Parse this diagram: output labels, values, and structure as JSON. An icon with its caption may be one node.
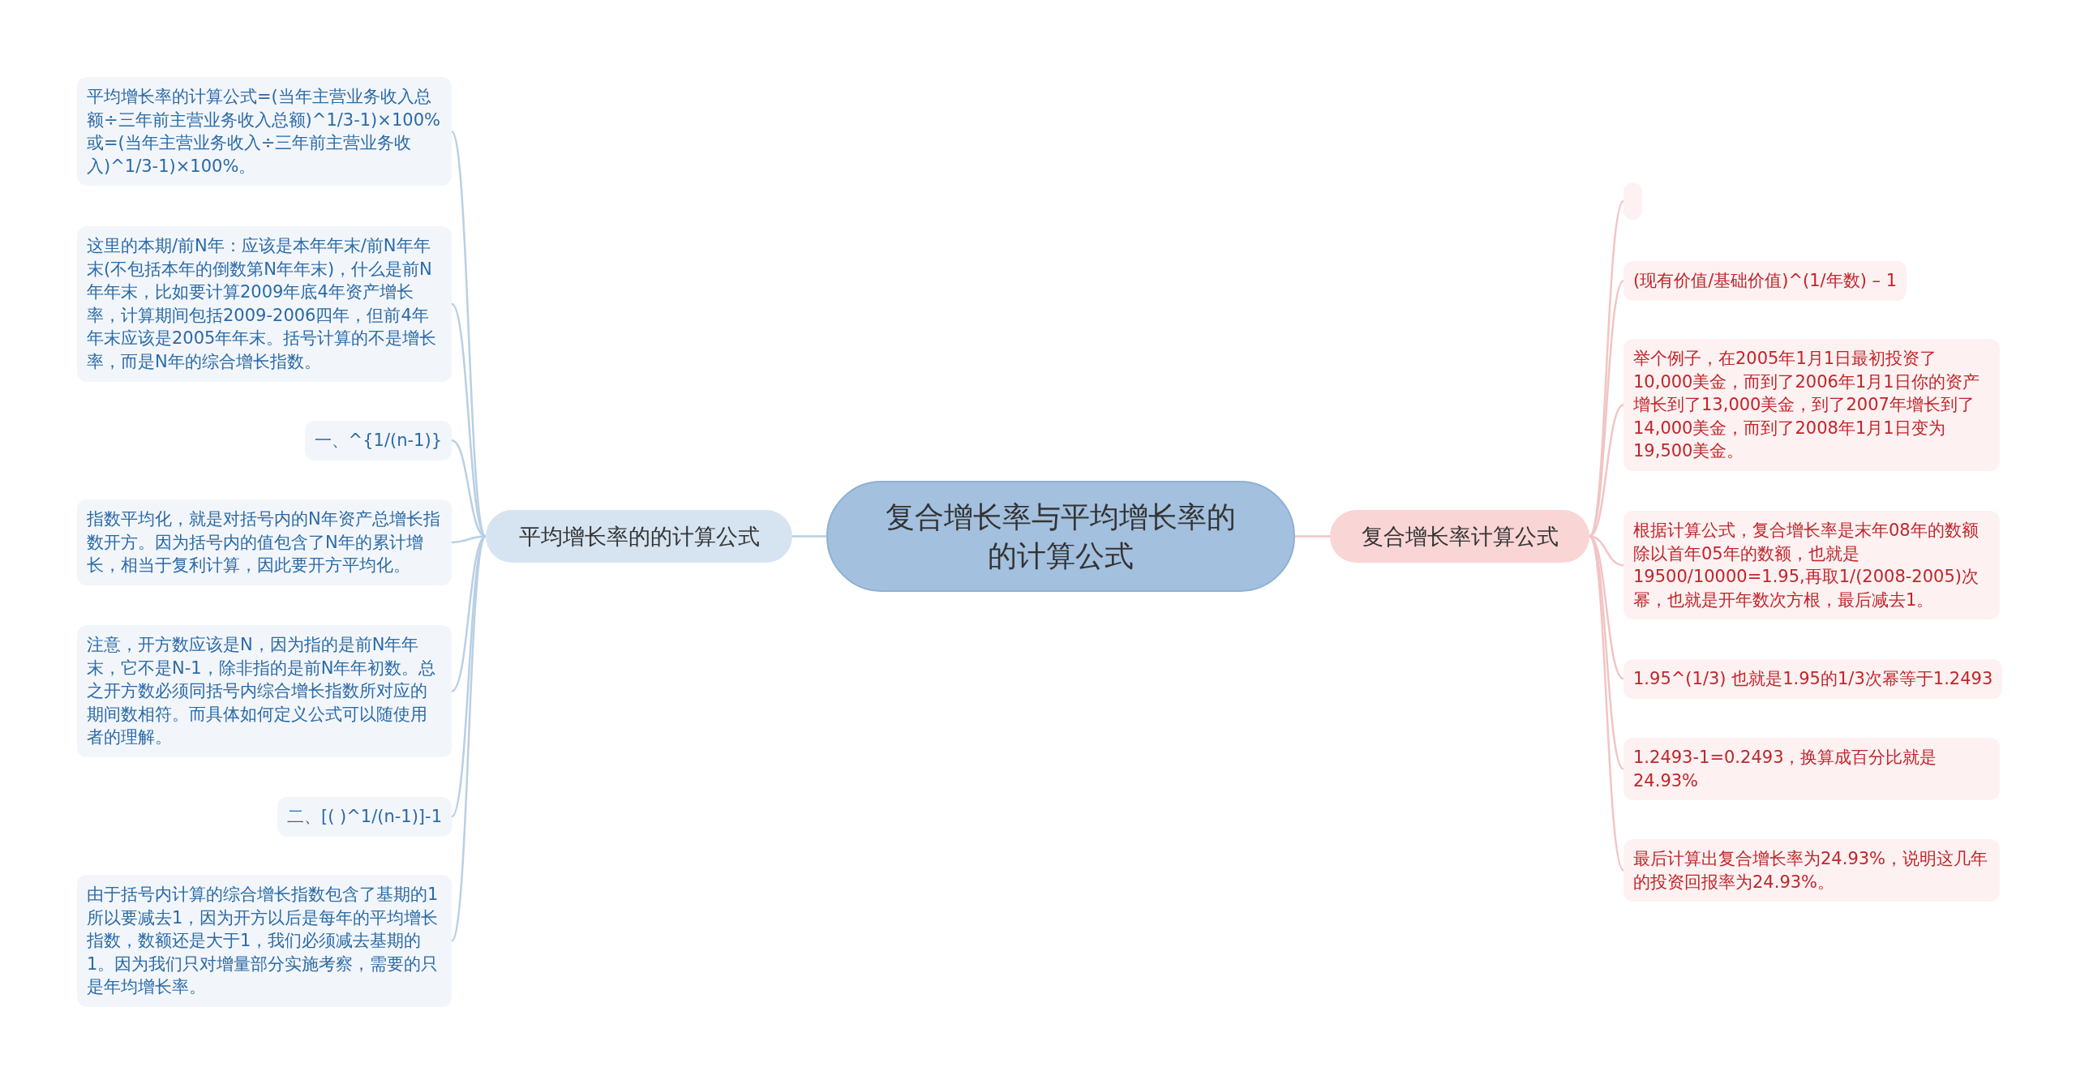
{
  "diagram": {
    "nodes": [
      {
        "text": [
          "复合增长率与平均增长率的的计算公式"
        ]
      },
      {
        "text": [
          "平均增长率的的计算公式"
        ]
      },
      {
        "text": [
          "平均增长率的计算公式=(当年主营业务收入总额÷三年前主营业务收入总额)^1/3-1)×100%或=(当年主营业务收入÷三年前主营业务收入)^1/3-1)×100%。"
        ]
      },
      {
        "text": [
          "这里的本期/前N年：应该是本年年末/前N年年末(不包括本年的倒数第N年年末)，什么是前N年年末，比如要计算2009年底4年资产增长率，计算期间包括2009-2006四年，但前4年年末应该是2005年年末。括号计算的不是增长率，而是N年的综合增长指数。"
        ]
      },
      {
        "text": [
          "一、^{1/(n-1)}"
        ]
      },
      {
        "text": [
          "指数平均化，就是对括号内的N年资产总增长指数开方。因为括号内的值包含了N年的累计增长，相当于复利计算，因此要开方平均化。"
        ]
      },
      {
        "text": [
          "注意，开方数应该是N，因为指的是前N年年末，它不是N-1，除非指的是前N年年初数。总之开方数必须同括号内综合增长指数所对应的期间数相符。而具体如何定义公式可以随使用者的理解。"
        ]
      },
      {
        "text": [
          "二、[( )^1/(n-1)]-1"
        ]
      },
      {
        "text": [
          "由于括号内计算的综合增长指数包含了基期的1所以要减去1，因为开方以后是每年的平均增长指数，数额还是大于1，我们必须减去基期的1。因为我们只对增量部分实施考察，需要的只是年均增长率。"
        ]
      },
      {
        "text": [
          "复合增长率计算公式"
        ]
      },
      {
        "text": [],
        "shape": "box"
      },
      {
        "text": [
          "(现有价值/基础价值)^(1/年数) – 1"
        ]
      },
      {
        "text": [
          "举个例子，在2005年1月1日最初投资了10,000美金，而到了2006年1月1日你的资产增长到了13,000美金，到了2007年增长到了14,000美金，而到了2008年1月1日变为19,500美金。"
        ]
      },
      {
        "text": [
          "根据计算公式，复合增长率是末年08年的数额除以首年05年的数额，也就是19500/10000=1.95,再取1/(2008-2005)次幂，也就是开年数次方根，最后减去1。"
        ]
      },
      {
        "text": [
          "1.95^(1/3) 也就是1.95的1/3次幂等于1.2493"
        ]
      },
      {
        "text": [
          "1.2493-1=0.2493，换算成百分比就是24.93%"
        ]
      },
      {
        "text": [
          "最后计算出复合增长率为24.93%，说明这几年的投资回报率为24.93%。"
        ]
      }
    ],
    "edges": [
      {
        "from": 0,
        "to": 1,
        "arrow": "none"
      },
      {
        "from": 1,
        "to": 2,
        "arrow": "none"
      },
      {
        "from": 1,
        "to": 3,
        "arrow": "none"
      },
      {
        "from": 1,
        "to": 4,
        "arrow": "none"
      },
      {
        "from": 1,
        "to": 5,
        "arrow": "none"
      },
      {
        "from": 1,
        "to": 6,
        "arrow": "none"
      },
      {
        "from": 1,
        "to": 7,
        "arrow": "none"
      },
      {
        "from": 1,
        "to": 8,
        "arrow": "none"
      },
      {
        "from": 0,
        "to": 9,
        "arrow": "none",
        "color": "#f2c4c4"
      },
      {
        "from": 9,
        "to": 10,
        "arrow": "none",
        "color": "#f2c4c4"
      },
      {
        "from": 9,
        "to": 11,
        "arrow": "none",
        "color": "#f2c4c4"
      },
      {
        "from": 9,
        "to": 12,
        "arrow": "none",
        "color": "#f2c4c4"
      },
      {
        "from": 9,
        "to": 13,
        "arrow": "none",
        "color": "#f2c4c4"
      },
      {
        "from": 9,
        "to": 14,
        "arrow": "none",
        "color": "#f2c4c4"
      },
      {
        "from": 9,
        "to": 15,
        "arrow": "none",
        "color": "#f2c4c4"
      },
      {
        "from": 9,
        "to": 16,
        "arrow": "none",
        "color": "#f2c4c4"
      }
    ]
  }
}
